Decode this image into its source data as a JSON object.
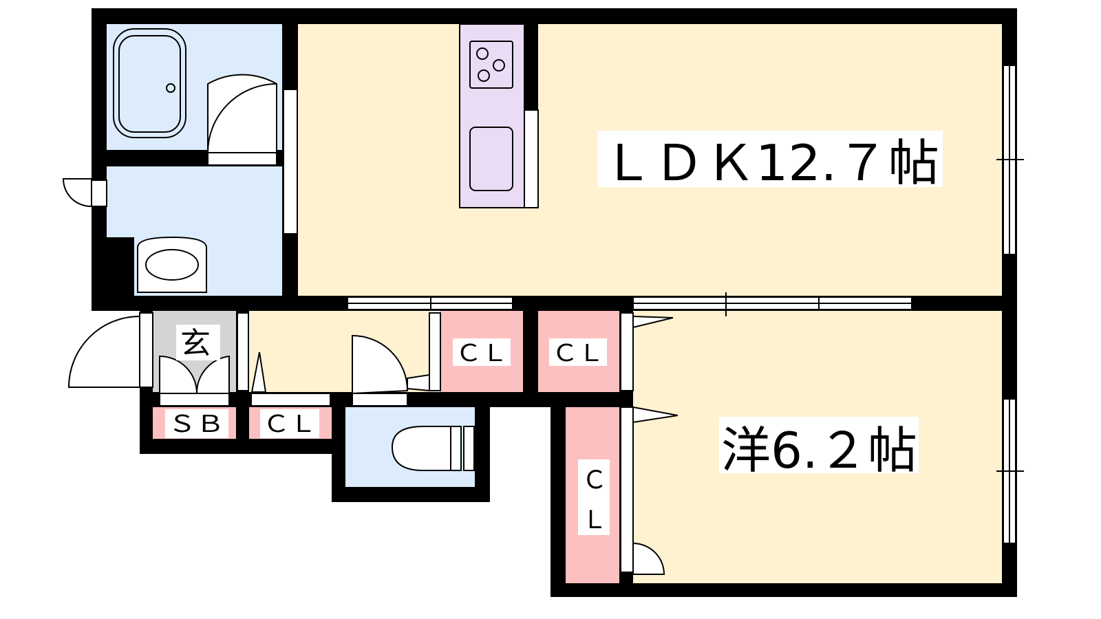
{
  "rooms": {
    "ldk": {
      "label": "ＬＤＫ12.７帖"
    },
    "western": {
      "label": "洋6.２帖"
    },
    "entrance": {
      "label": "玄"
    },
    "shoe_box": {
      "label": "ＳＢ"
    },
    "closet_hall": {
      "label": "ＣＬ"
    },
    "closet_center_left": {
      "label": "ＣＬ"
    },
    "closet_center_right": {
      "label": "ＣＬ"
    },
    "closet_bedroom": {
      "label_top": "Ｃ",
      "label_bottom": "Ｌ"
    }
  },
  "colors": {
    "living": "#fff2d1",
    "water": "#dcecfc",
    "closet": "#fcc0c0",
    "entrance": "#d4d4d4",
    "kitchen": "#eadcf5",
    "wall": "#000000"
  }
}
